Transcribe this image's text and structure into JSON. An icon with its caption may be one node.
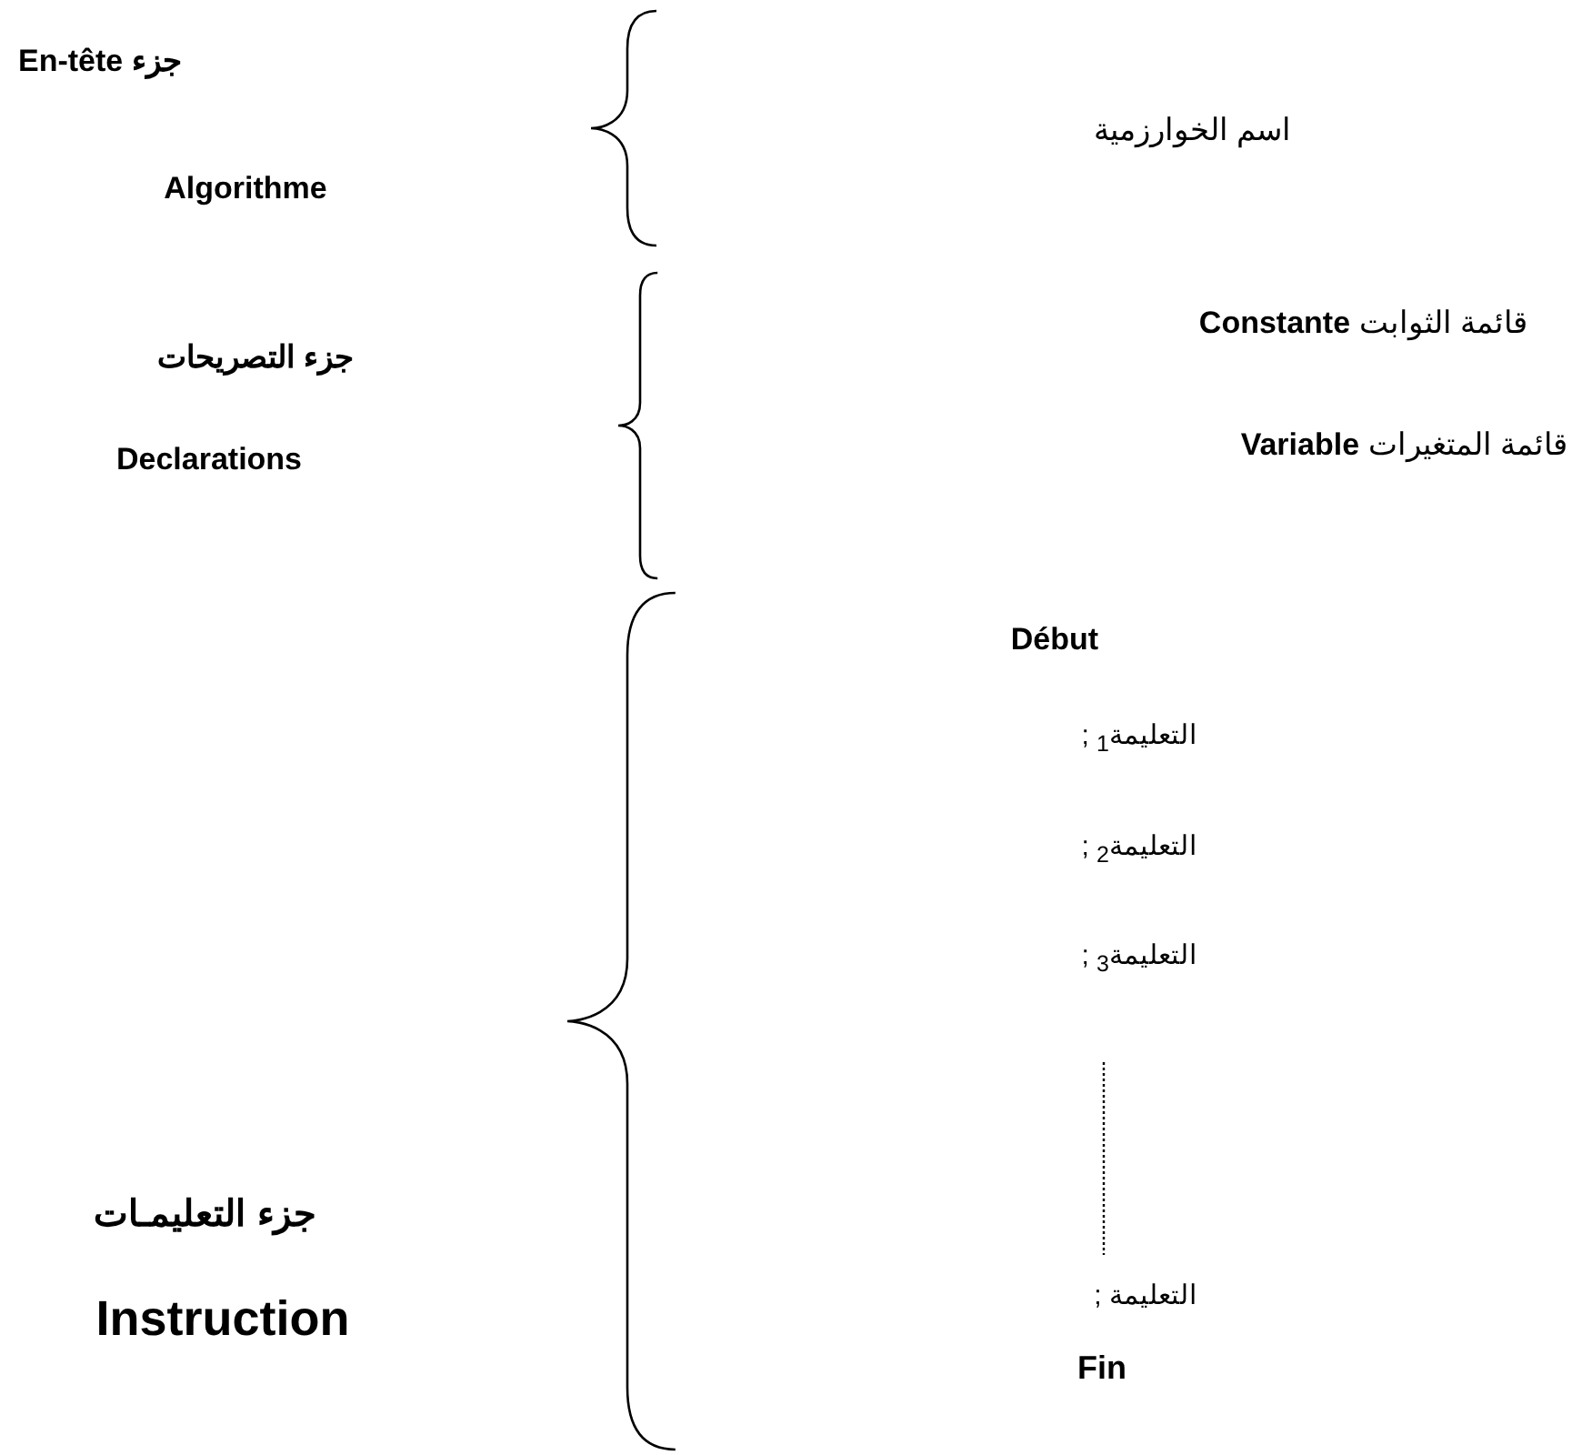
{
  "diagram": {
    "labels": [
      "جزء En-tête",
      "Algorithme",
      "اسم الخوارزمية",
      "جزء التصريحات",
      "Declarations",
      "قائمة الثوابت **Constante**",
      "قائمة المتغيرات  **Variable**",
      "جزء التعليمـات",
      "Instruction",
      "Début",
      "التعليمة$_{1}$ ;",
      "التعليمة$_{2}$ ;",
      "التعليمة$_{3}$ ;",
      "التعليمة ;",
      "Fin"
    ]
  }
}
